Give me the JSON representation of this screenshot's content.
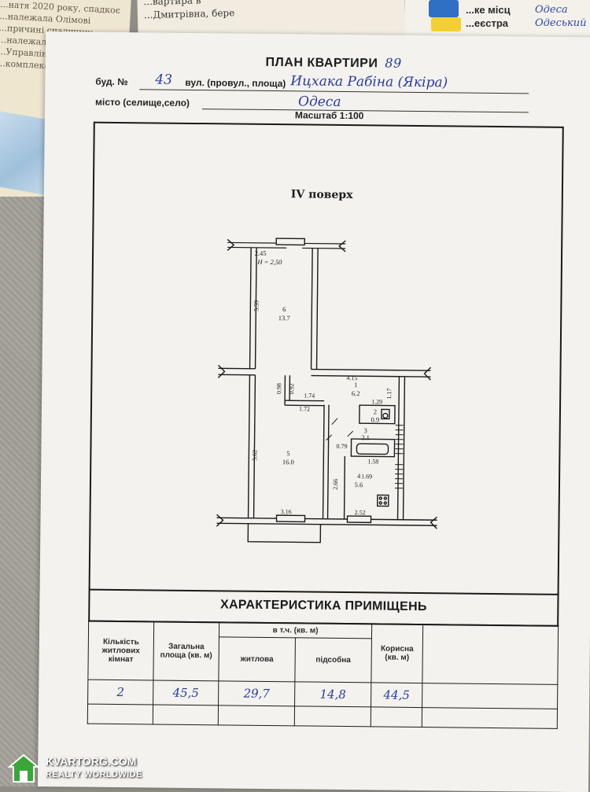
{
  "background": {
    "left_doc_lines": [
      "...натя 2020 року, спадкоє",
      "...належала Олімові",
      "...причині спадщину",
      "...належали їй на підстав",
      "...Управлінням",
      "...комплексу"
    ],
    "top_doc_lines": [
      "...вартира в",
      "...Дмитрівна, бере"
    ],
    "right_doc_lines": [
      "...ке місц",
      "...еєстра"
    ],
    "right_hand_lines": [
      "Одеса",
      "Одеський"
    ]
  },
  "header": {
    "title": "ПЛАН КВАРТИРИ",
    "apartment_no": "89",
    "building_label": "буд. №",
    "building_no": "43",
    "street_label": "вул. (провул., площа)",
    "street_value": "Ицхака Рабіна (Якіра)",
    "city_label": "місто (селище,село)",
    "city_value": "Одеса",
    "scale": "Масштаб 1:100"
  },
  "plan": {
    "floor": "IV поверх",
    "rooms": [
      {
        "no": "6",
        "area": "13.7"
      },
      {
        "no": "5",
        "area": "16.0"
      },
      {
        "no": "1",
        "area": "6.2"
      },
      {
        "no": "2",
        "area": "0.9"
      },
      {
        "no": "3",
        "area": "2.1"
      },
      {
        "no": "4",
        "area": "5.6"
      }
    ],
    "height_note": "H = 2,50",
    "dims": {
      "d245": "2.45",
      "d559": "5.59",
      "d415": "4.15",
      "d117": "1.17",
      "d098": "0.98",
      "d092": "0.92",
      "d174": "1.74",
      "d172": "1.72",
      "d129": "1.29",
      "d562": "5.62",
      "d079": "0.79",
      "d158": "1.58",
      "d169": "1.69",
      "d266": "2.66",
      "d316": "3.16",
      "d252": "2.52"
    }
  },
  "characteristics": {
    "title": "ХАРАКТЕРИСТИКА ПРИМІЩЕНЬ",
    "headers": {
      "rooms_count": "Кількість житлових кімнат",
      "total_area": "Загальна площа (кв. м)",
      "incl": "в т.ч. (кв. м)",
      "living": "житлова",
      "auxiliary": "підсобна",
      "useful": "Корисна (кв. м)"
    },
    "values": {
      "rooms_count": "2",
      "total_area": "45,5",
      "living": "29,7",
      "auxiliary": "14,8",
      "useful": "44,5"
    }
  },
  "watermark": {
    "brand": "KVARTORG.COM",
    "tagline": "REALTY WORLDWIDE"
  }
}
